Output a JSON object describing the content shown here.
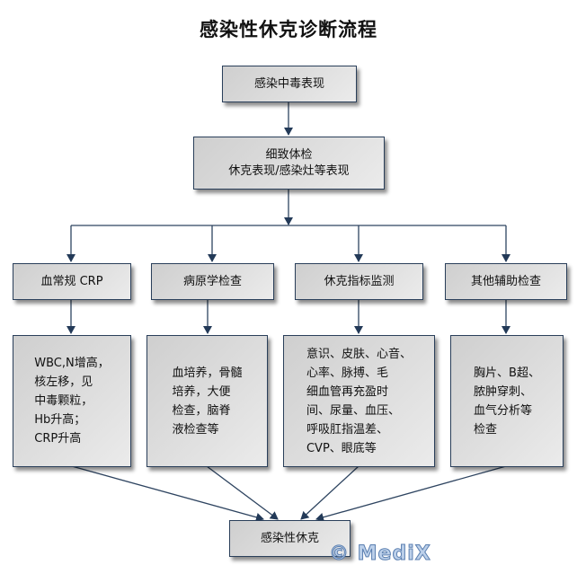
{
  "title": "感染性休克诊断流程",
  "nodes": {
    "start": "感染中毒表现",
    "exam": "细致体检\n休克表现/感染灶等表现",
    "branches": [
      {
        "header": "血常规  CRP",
        "detail": "WBC,N增高，\n  核左移，见\n  中毒颗粒，\n  Hb升高；\n  CRP升高"
      },
      {
        "header": "病原学检查",
        "detail": "血培养，骨髓\n  培养，大便\n  检查，脑脊\n  液检查等"
      },
      {
        "header": "休克指标监测",
        "detail": "意识、皮肤、心音、\n  心率、脉搏、毛\n  细血管再充盈时\n  间、尿量、血压、\n  呼吸肛指温差、\n  CVP、眼底等"
      },
      {
        "header": "其他辅助检查",
        "detail": "胸片、B超、\n脓肿穿刺、\n血气分析等\n检查"
      }
    ],
    "result": "感染性休克"
  },
  "watermark": "© MediX",
  "colors": {
    "border": "#2a3f5a",
    "edge": "#2e4460",
    "arrow": "#233a58"
  }
}
